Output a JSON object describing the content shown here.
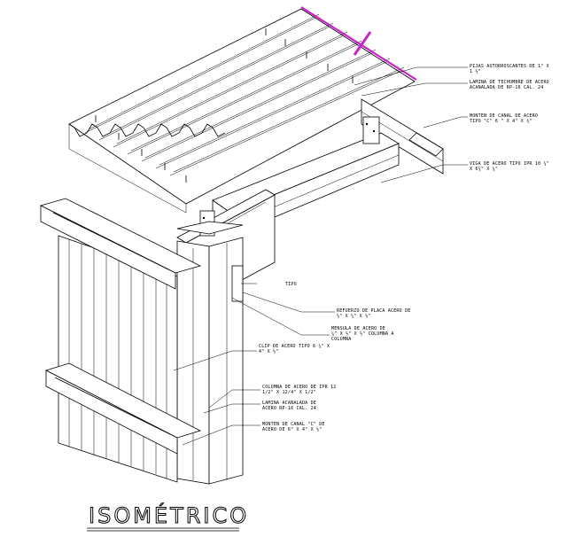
{
  "drawing": {
    "title": "ISOMÉTRICO",
    "accent_color": "#cc22cc",
    "labels": {
      "pijas": [
        "PIJAS AUTORROSCANTES DE 1\" X",
        "1 ½\""
      ],
      "lamina_techumbre": [
        "LAMINA DE TECHUMBRE DE ACERO",
        "ACANALADA DE RP-16 CAL. 24"
      ],
      "monten_canal": [
        "MONTEN DE CANAL DE ACERO",
        "TIPO \"C\" 6 \" X 4\" X ½\""
      ],
      "viga": [
        "VIGA DE ACERO TIPO IPR 10 ¼\"",
        "X 6¾\" X ¼\""
      ],
      "tipo": "TIPO",
      "refuerzo": [
        "REFUERZO DE PLACA ACERO DE",
        "½\" X ¼\" X ½\""
      ],
      "mensula": [
        "MENSULA DE ACERO DE",
        "¼\" X ½\" X ½\" COLUMNA A",
        "COLUMNA"
      ],
      "clip": [
        "CLIP DE ACERO TIPO 6 ¼\" X",
        "4\" X ½\""
      ],
      "columna": [
        "COLUMNA DE ACERO DE IPR 12",
        "1/2\" X 12/4\" X 1/2\""
      ],
      "lamina_acanalada": [
        "LAMINA ACANALADA DE",
        "ACERO RP-16 CAL. 24"
      ],
      "monten_canal_c": [
        "MONTEN DE CANAL \"C\" DE",
        "ACERO DE 6\" X 4\" X ½\""
      ]
    }
  }
}
